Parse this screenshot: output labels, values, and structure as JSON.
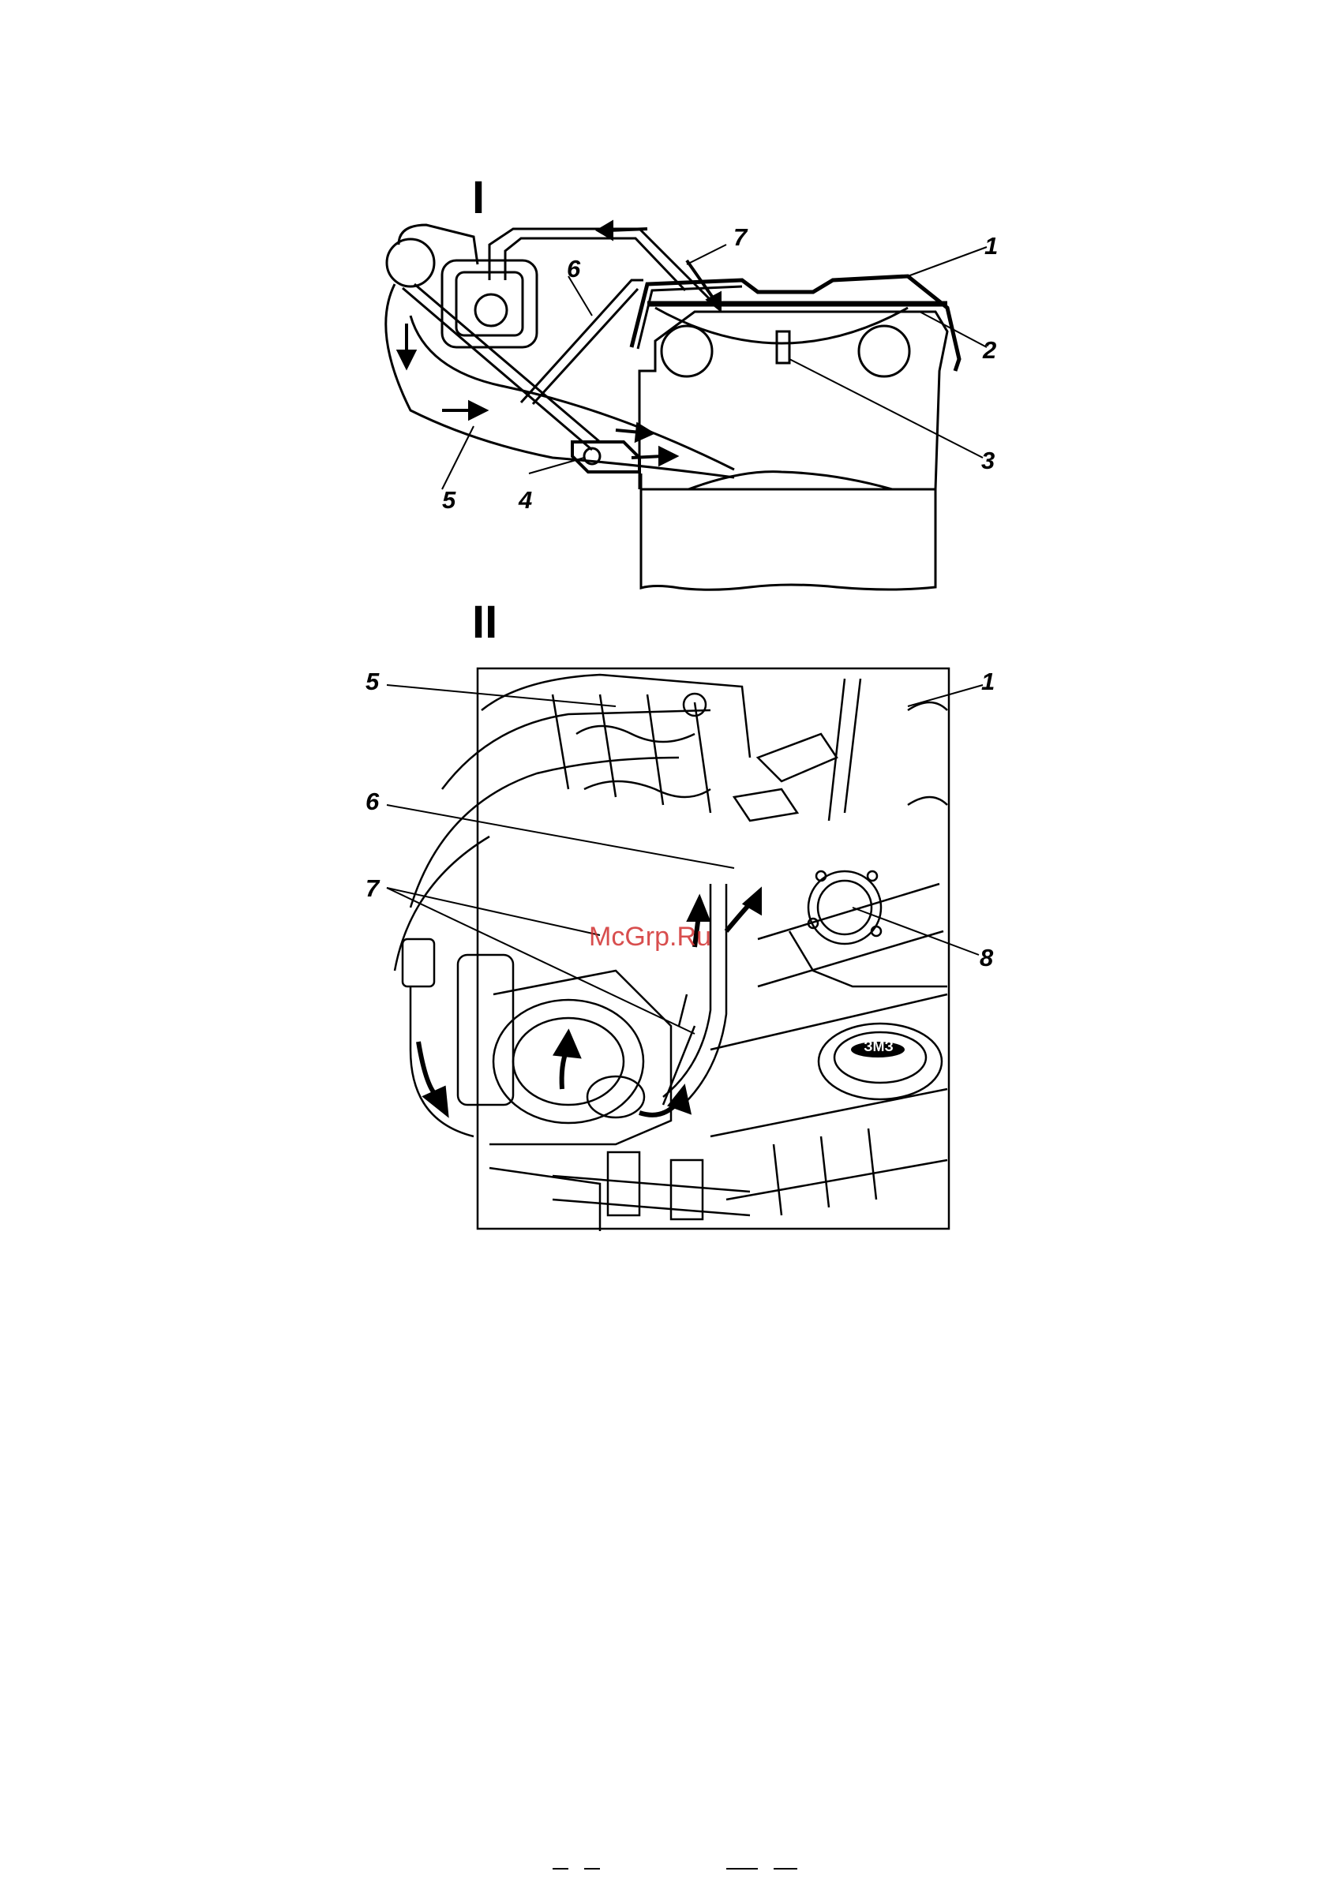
{
  "figure_I": {
    "label": "I",
    "callouts": {
      "c1": "1",
      "c2": "2",
      "c3": "3",
      "c4": "4",
      "c5": "5",
      "c6": "6",
      "c7": "7"
    }
  },
  "figure_II": {
    "label": "II",
    "callouts": {
      "c1": "1",
      "c5": "5",
      "c6": "6",
      "c7": "7",
      "c8": "8"
    },
    "watermark": "McGrp.Ru",
    "cap_logo": "ЗМЗ"
  }
}
